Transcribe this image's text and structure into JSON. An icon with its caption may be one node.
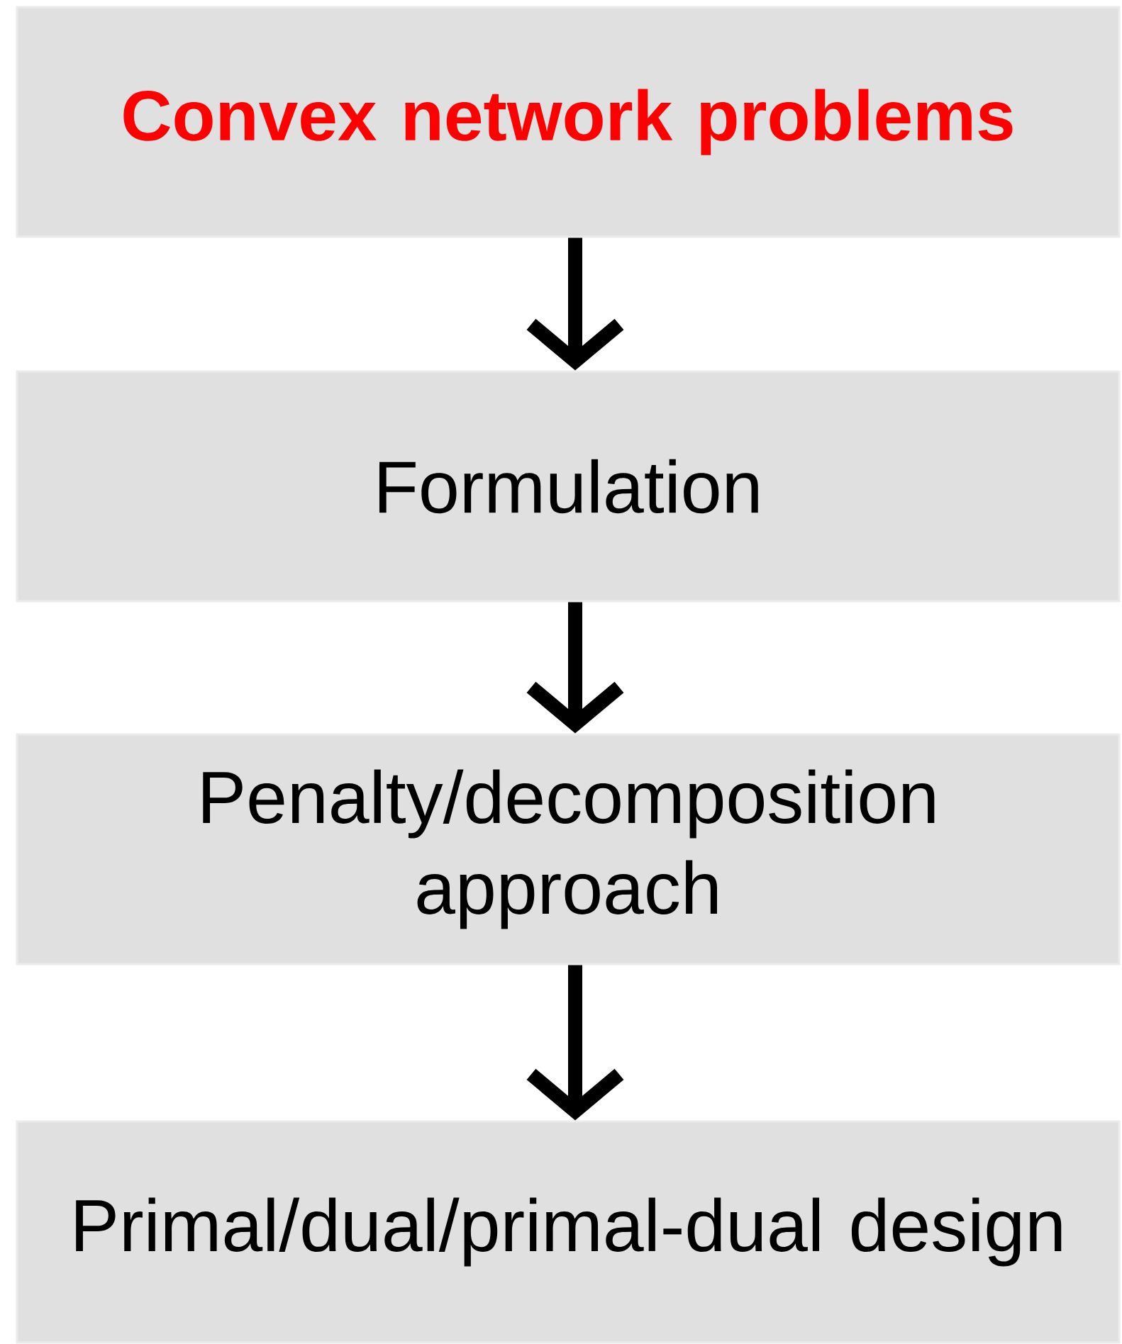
{
  "diagram": {
    "nodes": [
      {
        "text": [
          "Convex network problems"
        ]
      },
      {
        "text": [
          "Formulation"
        ]
      },
      {
        "text": [
          "Penalty/decomposition approach"
        ]
      },
      {
        "text": [
          "Primal/dual/primal-dual design"
        ]
      }
    ],
    "edges": [
      {
        "from": 0,
        "to": 1,
        "arrow": "to"
      },
      {
        "from": 1,
        "to": 2,
        "arrow": "to"
      },
      {
        "from": 2,
        "to": 3,
        "arrow": "to"
      }
    ]
  }
}
